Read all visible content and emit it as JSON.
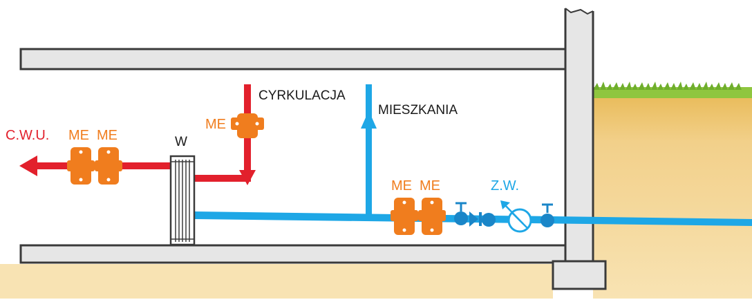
{
  "labels": {
    "cwu": "C.W.U.",
    "me_left_1": "ME",
    "me_left_2": "ME",
    "w": "W",
    "me_top": "ME",
    "cyrkulacja": "CYRKULACJA",
    "mieszkania": "MIESZKANIA",
    "me_mid_1": "ME",
    "me_mid_2": "ME",
    "zw": "Z.W."
  },
  "colors": {
    "hot_pipe": "#e2202c",
    "cold_pipe": "#1ea7e6",
    "meter": "#f07d1e",
    "valve": "#1a86c8",
    "wall_fill": "#e6e6e6",
    "wall_stroke": "#3a3a3a",
    "soil": "#f3dba0",
    "grass": "#8fc63f"
  }
}
